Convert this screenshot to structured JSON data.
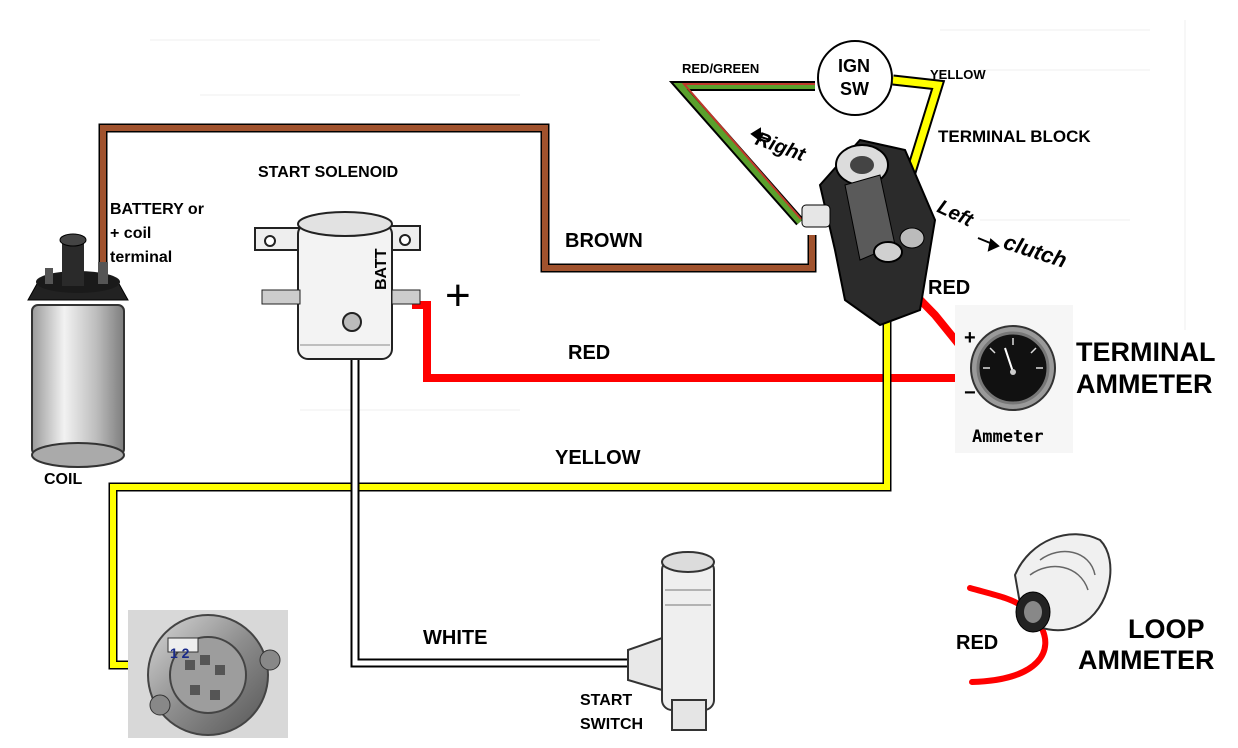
{
  "diagram": {
    "labels": {
      "coil_battery": "BATTERY or",
      "coil_plus": "+ coil",
      "coil_terminal": "terminal",
      "coil": "COIL",
      "start_solenoid": "START SOLENOID",
      "batt": "BATT",
      "plus": "+",
      "brown": "BROWN",
      "red_main": "RED",
      "yellow_main": "YELLOW",
      "white": "WHITE",
      "start_switch_1": "START",
      "start_switch_2": "SWITCH",
      "red_green": "RED/GREEN",
      "ign_1": "IGN",
      "ign_2": "SW",
      "yellow_top": "YELLOW",
      "terminal_block": "TERMINAL BLOCK",
      "right": "Right",
      "left": "Left",
      "clutch": "clutch",
      "red_block": "RED",
      "ammeter_plus": "+",
      "ammeter_minus": "−",
      "terminal_ammeter_1": "TERMINAL",
      "terminal_ammeter_2": "AMMETER",
      "ammeter_caption": "Ammeter",
      "loop_red": "RED",
      "loop_ammeter_1": "LOOP",
      "loop_ammeter_2": "AMMETER",
      "alt_terminals": "1 2"
    },
    "wire_colors": {
      "brown": "#a0522d",
      "red": "#ff0000",
      "yellow": "#ffff00",
      "white": "#ffffff",
      "green": "#5aa02c",
      "outline": "#000000"
    }
  }
}
